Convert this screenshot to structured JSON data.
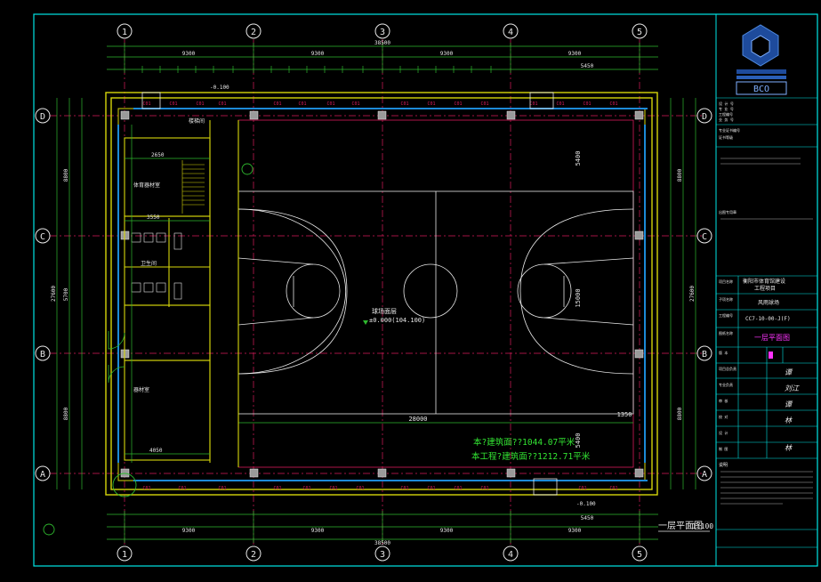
{
  "drawing": {
    "axes_vertical": [
      "1",
      "2",
      "3",
      "4",
      "5"
    ],
    "axes_horizontal": [
      "D",
      "C",
      "B",
      "A"
    ],
    "dims_top_overall": "38500",
    "dims_top_bays": [
      "9300",
      "9300",
      "9300",
      "9300"
    ],
    "dims_bottom_overall": "38500",
    "dims_bottom_bays": [
      "9300",
      "9300",
      "9300",
      "9300"
    ],
    "dims_left_overall": "27600",
    "dims_right_overall": "27600",
    "dims_left_bays": [
      "8800",
      "5700",
      "8800"
    ],
    "dims_right_bays": [
      "8800",
      "8800"
    ],
    "court_length": "28000",
    "court_width": "15000",
    "court_level_label": "球场面层",
    "court_level": "±0.000(104.100)",
    "stair_label": "楼梯间",
    "toilet_label": "卫生间",
    "equipment_label": "器材室",
    "room_a_label": "体育器材室",
    "area_building": "本?建筑面??1044.07平米",
    "area_project": "本工程?建筑面??1212.71平米",
    "plan_title": "一层平面图",
    "plan_scale": "1:100",
    "elev_label": "-0.100",
    "dim_1350": "1350",
    "dim_5400": "5400",
    "dim_5450": "5450",
    "dim_4050": "4050",
    "dim_3550": "3550",
    "dim_2650": "2650"
  },
  "titleblock": {
    "logo_text": "BCO",
    "sheet_name": "一层平面图",
    "sheet_no": "CC7-10-00-J(F)",
    "project_name_1": "衡阳市体育馆建设",
    "project_name_2": "工程项目",
    "subitem": "风雨球场",
    "sign_1": "谭",
    "sign_2": "刘江",
    "sign_3": "谭",
    "sign_4": "林",
    "notes_heading": "说明"
  },
  "colors": {
    "background": "#000000",
    "frame": "#00e5e5",
    "wall": "#d6d60a",
    "axis_line": "#d81b5b",
    "dim_line": "#2eb82e",
    "text_white": "#e8e8e8",
    "magenta": "#ff33ff",
    "cyan": "#33ccff",
    "column": "#b0b0b0",
    "window": "#1c8ad8"
  }
}
